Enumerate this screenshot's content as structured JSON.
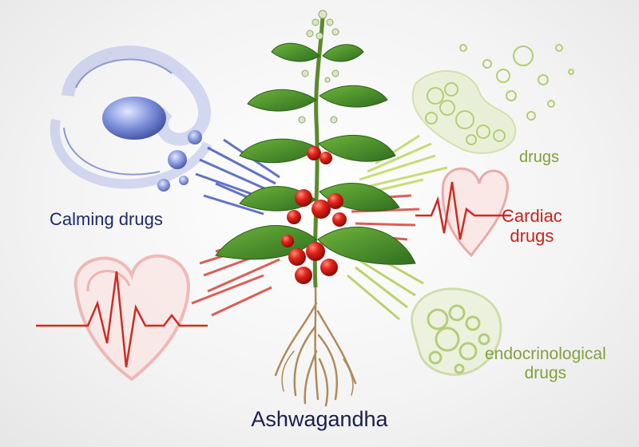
{
  "labels": {
    "calming": "Calming drugs",
    "drugs": "drugs",
    "cardiac_line1": "Cardiac",
    "cardiac_line2": "drugs",
    "endocrine_line1": "endocrinological",
    "endocrine_line2": "drugs",
    "plant_name": "Ashwagandha"
  },
  "colors": {
    "calming": "#3a4fa8",
    "cardiac": "#d22a1f",
    "green": "#8bb03f",
    "leaf": "#3f8a2a",
    "berry": "#d81e12",
    "root": "#b08a5a"
  },
  "icons": {
    "calming": "pill-wave-icon",
    "metabolic": "bubble-cluster-icon",
    "cardiac": "heartbeat-icon",
    "endocrine": "gland-bubble-icon"
  }
}
